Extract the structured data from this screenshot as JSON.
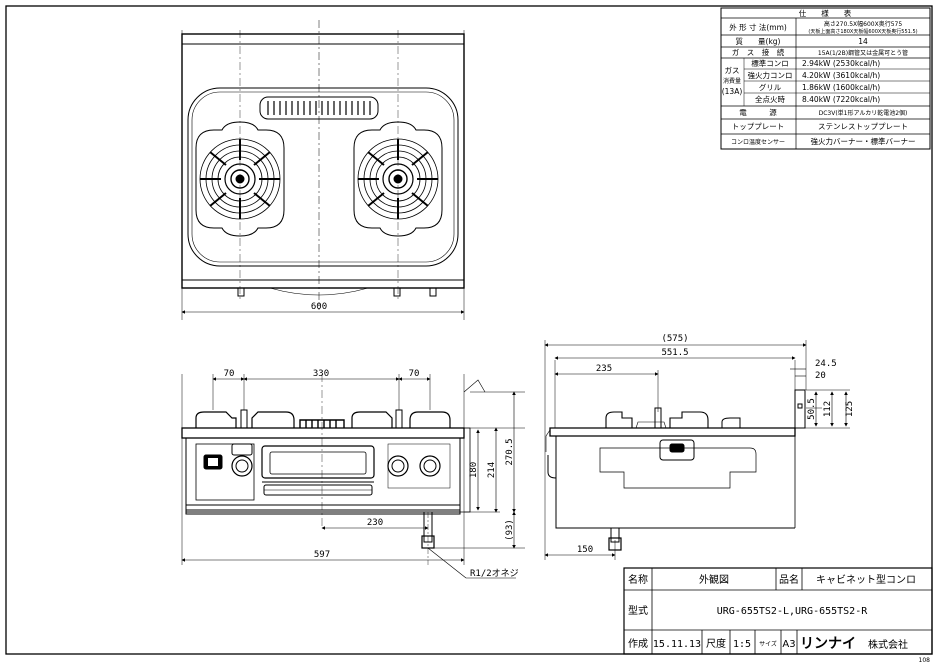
{
  "spec_table": {
    "header": "仕　　様　　表",
    "rows": [
      {
        "label": "外 形 寸 法(mm)",
        "value": "高さ270.5X幅600X奥行575",
        "subvalue": "(天板上面高さ180X天板幅600X天板奥行551.5)"
      },
      {
        "label": "質　　量(kg)",
        "value": "14"
      },
      {
        "label": "ガ　ス　接　続",
        "value": "15A(1/2B)鋼管又は金属可とう管"
      }
    ],
    "gas_group_label_1": "ガス",
    "gas_group_label_2": "消費量",
    "gas_group_label_3": "(13A)",
    "gas_rows": [
      {
        "label": "標準コンロ",
        "value": "2.94kW  (2530kcal/h)"
      },
      {
        "label": "強火力コンロ",
        "value": "4.20kW  (3610kcal/h)"
      },
      {
        "label": "グリル",
        "value": "1.86kW  (1600kcal/h)"
      },
      {
        "label": "全点火時",
        "value": "8.40kW  (7220kcal/h)"
      }
    ],
    "rows2": [
      {
        "label": "電　　　源",
        "value": "DC3V(単1形アルカリ乾電池2個)"
      },
      {
        "label": "トッププレート",
        "value": "ステンレストッププレート"
      },
      {
        "label": "コンロ温度センサー",
        "value": "強火力バーナー・標準バーナー"
      }
    ]
  },
  "dimensions": {
    "top_width": "600",
    "front_70_left": "70",
    "front_330": "330",
    "front_70_right": "70",
    "front_214": "214",
    "front_180": "180",
    "front_270_5": "270.5",
    "front_230": "230",
    "front_93": "(93)",
    "front_597": "597",
    "side_575": "(575)",
    "side_551_5": "551.5",
    "side_235": "235",
    "side_24_5": "24.5",
    "side_20": "20",
    "side_50_5": "50.5",
    "side_112": "112",
    "side_125": "125",
    "side_150": "150",
    "gas_callout": "R1/2オネジ"
  },
  "title_block": {
    "name_label": "名称",
    "name_value": "外観図",
    "product_label": "品名",
    "product_value": "キャビネット型コンロ",
    "model_label": "型式",
    "model_value": "URG-655TS2-L,URG-655TS2-R",
    "author_label": "作成",
    "date": "15.11.13",
    "scale_label": "尺度",
    "scale_value": "1:5",
    "size_label": "サイズ",
    "size_value": "A3",
    "company_logo": "リンナイ",
    "company_suffix": "株式会社",
    "drawing_no": "108"
  }
}
